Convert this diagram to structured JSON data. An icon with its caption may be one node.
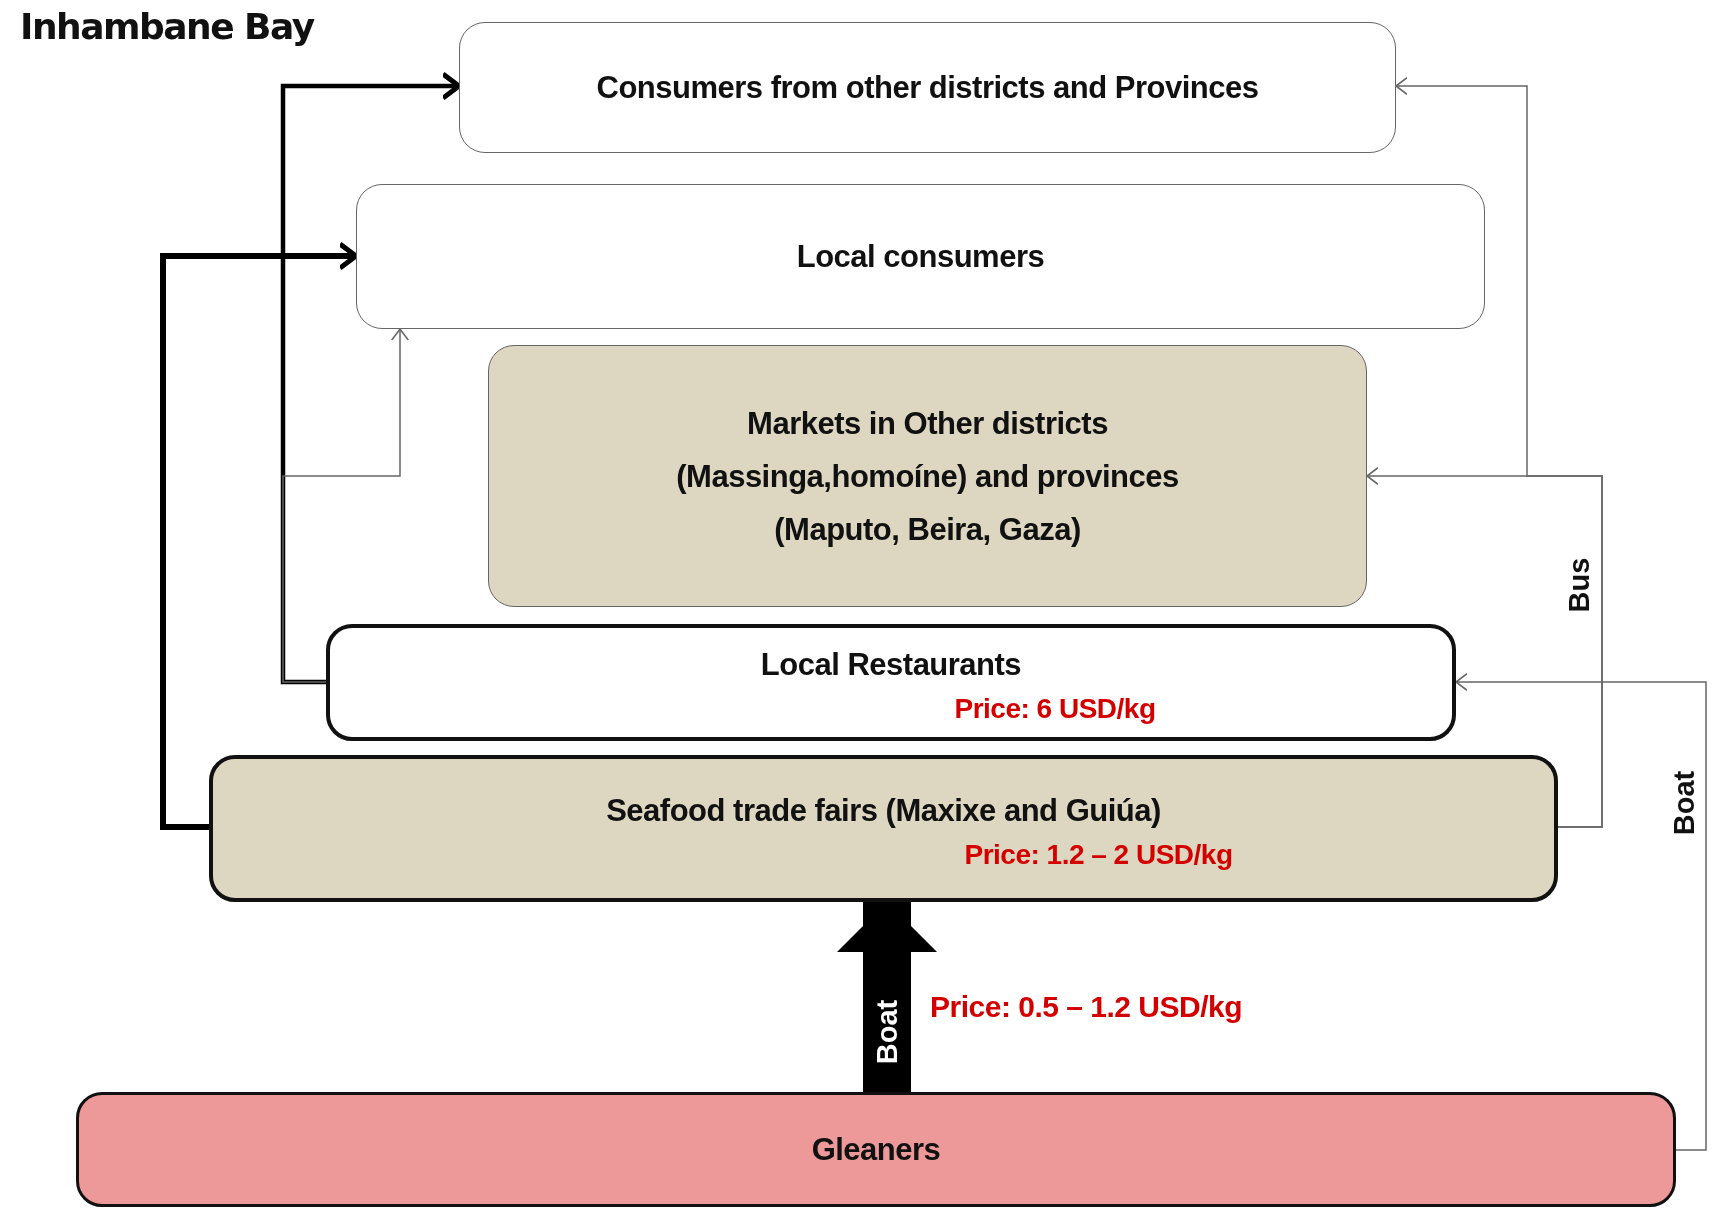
{
  "diagram": {
    "title": "Inhambane Bay",
    "nodes": [
      {
        "text": [
          "Consumers from other districts and Provinces"
        ]
      },
      {
        "text": [
          "Local consumers"
        ]
      },
      {
        "text": [
          "Markets in Other districts (Massinga,homoíne) and provinces (Maputo, Beira, Gaza)"
        ]
      },
      {
        "text": [
          "Local Restaurants",
          "Price: 6 USD/kg"
        ]
      },
      {
        "text": [
          "Seafood trade fairs (Maxixe and Guiúa)",
          "Price: 1.2 – 2 USD/kg"
        ]
      },
      {
        "text": [
          "Gleaners"
        ]
      }
    ],
    "edges": [
      {
        "from": 3,
        "to": 0,
        "arrow": "to",
        "style": "thick",
        "color": "#000000"
      },
      {
        "from": 3,
        "to": 1,
        "arrow": "to"
      },
      {
        "from": 4,
        "to": 1,
        "arrow": "to",
        "style": "thick",
        "color": "#000000"
      },
      {
        "from": 4,
        "to": 2,
        "arrow": "to",
        "label": "Bus"
      },
      {
        "from": 4,
        "to": 0,
        "arrow": "to"
      },
      {
        "from": 5,
        "to": 3,
        "arrow": "to",
        "label": "Boat"
      },
      {
        "from": 5,
        "to": 4,
        "arrow": "to",
        "style": "thick",
        "color": "#000000",
        "label": "Boat"
      }
    ],
    "labels": [
      "Price: 0.5 – 1.2 USD/kg"
    ]
  }
}
